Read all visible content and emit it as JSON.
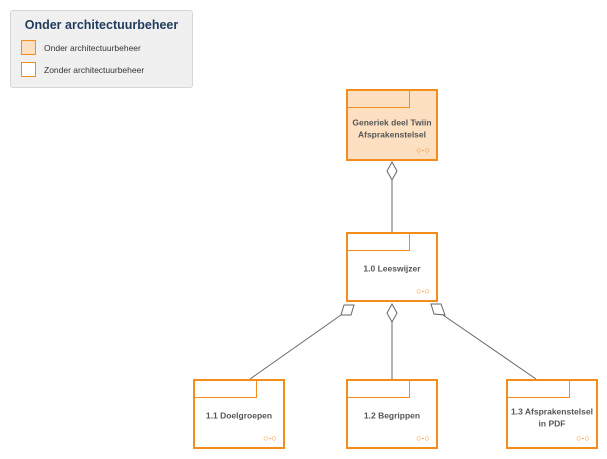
{
  "legend": {
    "title": "Onder architectuurbeheer",
    "items": [
      {
        "label": "Onder architectuurbeheer",
        "fill": "#fde0c2"
      },
      {
        "label": "Zonder architectuurbeheer",
        "fill": "#ffffff"
      }
    ]
  },
  "colors": {
    "accent": "#f28c1a",
    "managed_fill": "#fde0c2",
    "unmanaged_fill": "#ffffff",
    "connector": "#666666"
  },
  "nodes": {
    "generiek": {
      "label": "Generiek deel Twiin Afsprakenstelsel",
      "managed": true,
      "icon": "link-icon"
    },
    "leeswijzer": {
      "label": "1.0 Leeswijzer",
      "managed": false,
      "icon": "link-icon"
    },
    "doelgroepen": {
      "label": "1.1 Doelgroepen",
      "managed": false,
      "icon": "link-icon"
    },
    "begrippen": {
      "label": "1.2 Begrippen",
      "managed": false,
      "icon": "link-icon"
    },
    "afsprakenstelsel_pdf": {
      "label": "1.3 Afsprakenstelsel in PDF",
      "managed": false,
      "icon": "link-icon"
    }
  },
  "connectors": [
    {
      "from": "leeswijzer",
      "to": "generiek",
      "type": "aggregation"
    },
    {
      "from": "doelgroepen",
      "to": "leeswijzer",
      "type": "aggregation"
    },
    {
      "from": "begrippen",
      "to": "leeswijzer",
      "type": "aggregation"
    },
    {
      "from": "afsprakenstelsel_pdf",
      "to": "leeswijzer",
      "type": "aggregation"
    }
  ]
}
